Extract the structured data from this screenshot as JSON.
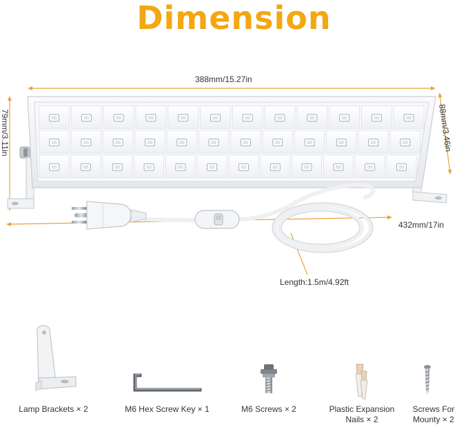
{
  "title": "Dimension",
  "colors": {
    "accent": "#F3A712",
    "dimension_line": "#E8A340",
    "housing": "#F4F5F7",
    "led": "#FFFFFF"
  },
  "dimensions": {
    "width_top": "388mm/15.27in",
    "height_right": "88mm/3.46in",
    "height_left": "79mm/3.11in",
    "width_bottom": "432mm/17in",
    "cord_length": "Length:1.5m/4.92ft"
  },
  "led_grid": {
    "rows": 3,
    "columns": 12
  },
  "accessories": [
    {
      "label": "Lamp Brackets × 2",
      "icon": "lamp-bracket-icon"
    },
    {
      "label": "M6 Hex Screw Key × 1",
      "icon": "hex-key-icon"
    },
    {
      "label": "M6 Screws × 2",
      "icon": "m6-screw-icon"
    },
    {
      "label": "Plastic Expansion Nails × 2",
      "icon": "expansion-nail-icon"
    },
    {
      "label": "Screws For Mounty × 2",
      "icon": "wood-screw-icon"
    }
  ]
}
